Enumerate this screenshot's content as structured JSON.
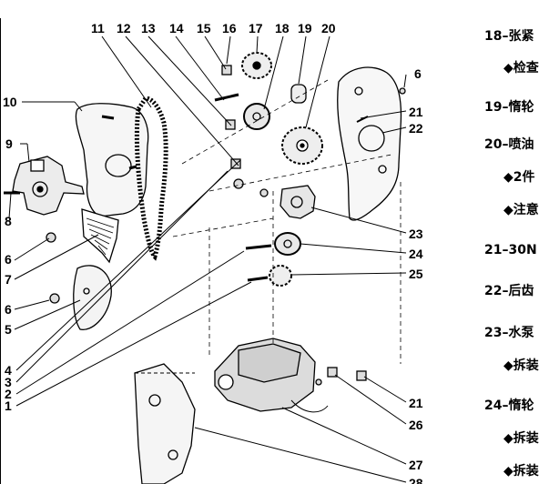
{
  "callouts_top": [
    "11",
    "12",
    "13",
    "14",
    "15",
    "16",
    "17",
    "18",
    "19",
    "20"
  ],
  "callouts_left": [
    "10",
    "9",
    "8",
    "6",
    "7",
    "6",
    "5",
    "4",
    "3",
    "2",
    "1"
  ],
  "callouts_right": [
    "6",
    "21",
    "22",
    "23",
    "24",
    "25",
    "21",
    "26",
    "27",
    "28"
  ],
  "legend": [
    "18–张紧",
    "◆检查",
    "19–惰轮",
    "20–喷油",
    "◆2件",
    "◆注意",
    "21–30N",
    "22–后齿",
    "23–水泵",
    "◆拆装",
    "24–惰轮",
    "◆拆装",
    "◆拆装"
  ]
}
